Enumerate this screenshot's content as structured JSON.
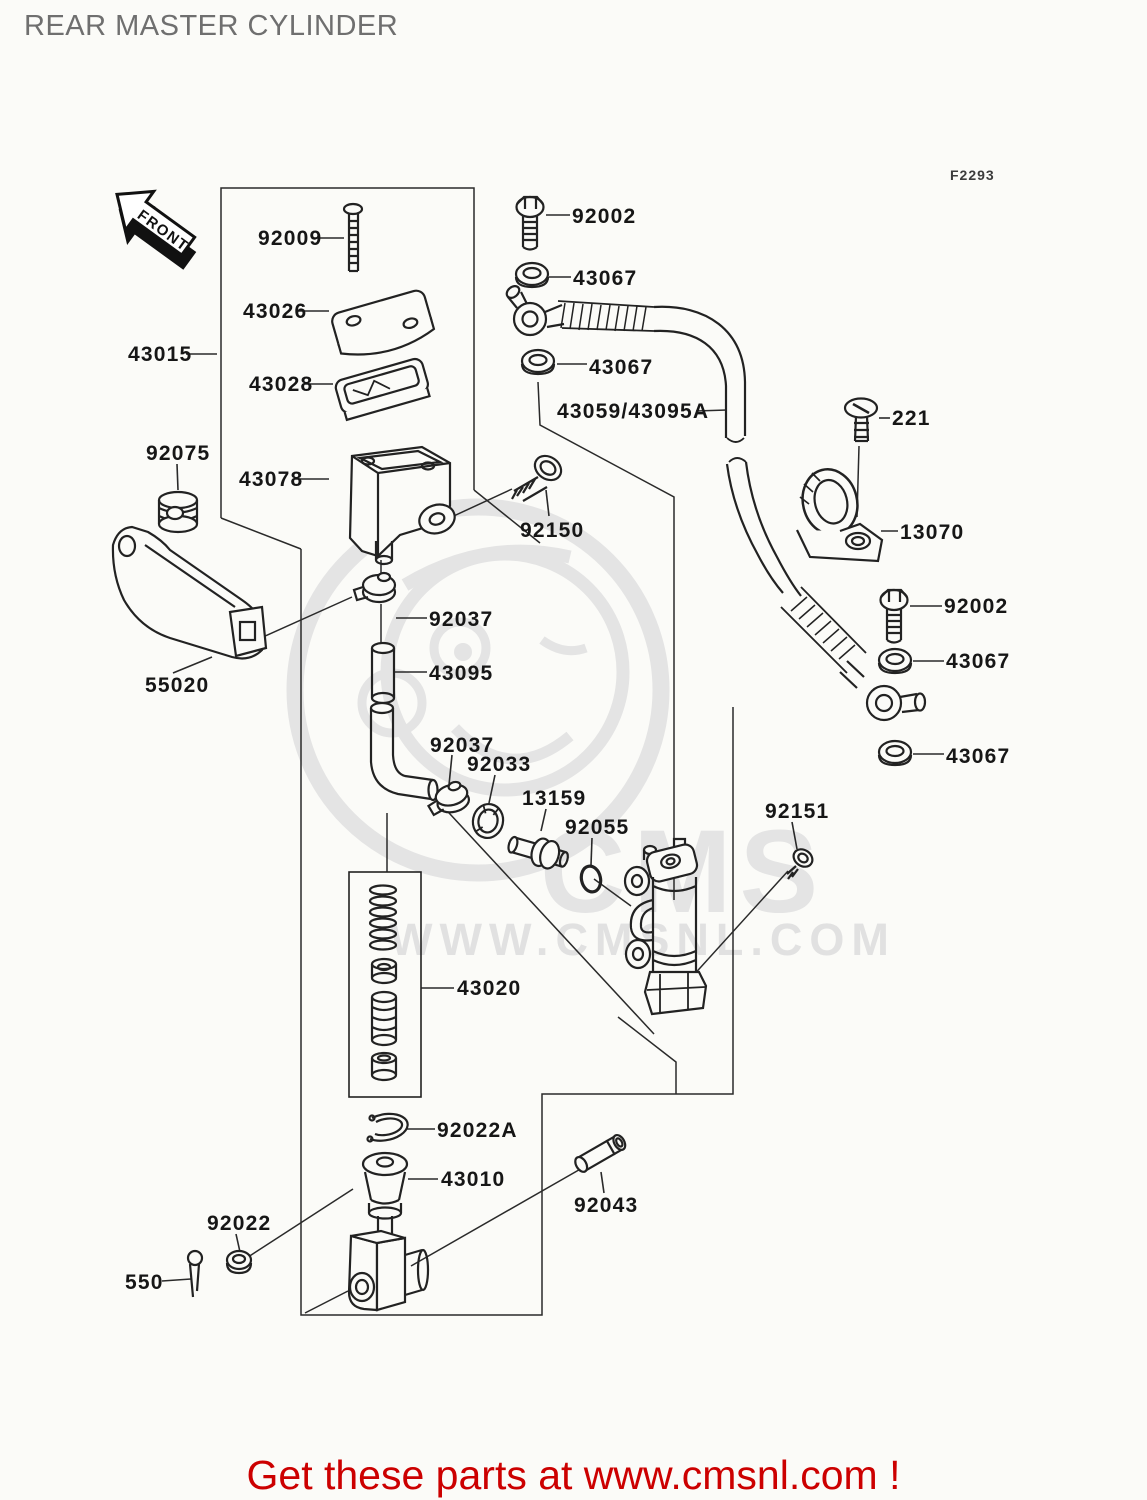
{
  "page": {
    "title": "REAR MASTER CYLINDER",
    "figure_code": "F2293",
    "front_marker": "FRONT",
    "footer_promo": "Get these parts at www.cmsnl.com !",
    "watermark": {
      "logo_text": "CMS",
      "site_text": "WWW.CMSNL.COM"
    },
    "colors": {
      "background": "#fbfbf8",
      "line": "#222222",
      "label": "#161616",
      "title": "#6f6f6f",
      "promo": "#cc0000",
      "watermark": "#e4e4e4"
    }
  },
  "parts": [
    "92009",
    "43026",
    "43015",
    "43028",
    "92075",
    "43078",
    "92150",
    "55020",
    "92037",
    "43095",
    "92037",
    "92033",
    "13159",
    "92055",
    "43020",
    "92022A",
    "43010",
    "92022",
    "550",
    "92043",
    "92151",
    "221",
    "13070",
    "92002",
    "43067",
    "43067",
    "43059/43095A",
    "92002",
    "43067",
    "43067"
  ]
}
